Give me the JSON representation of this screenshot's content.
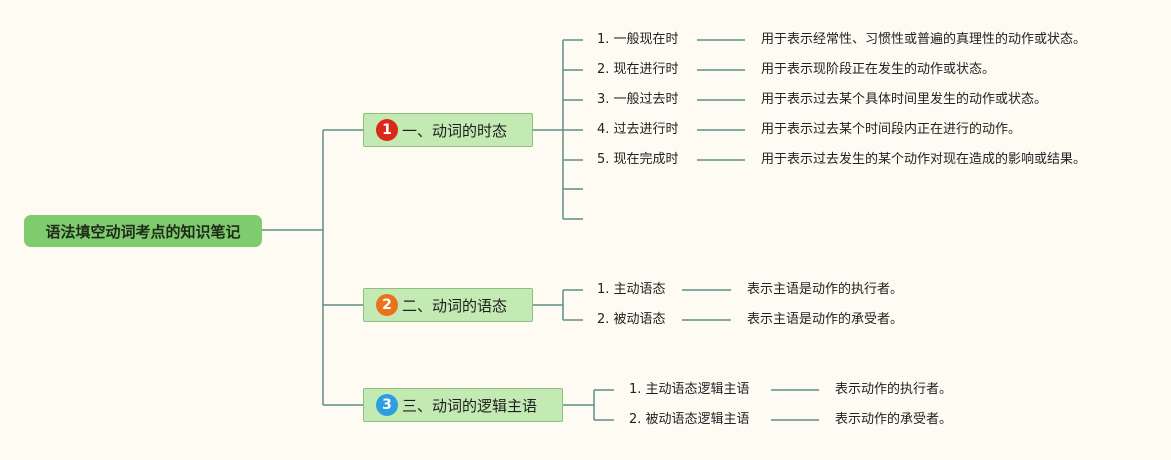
{
  "root": {
    "label": "语法填空动词考点的知识笔记",
    "color": "#7fcc6e"
  },
  "branches": [
    {
      "badge": "1",
      "badge_color": "#d9291a",
      "label": "一、动词的时态",
      "items": [
        {
          "term": "1. 一般现在时",
          "desc": "用于表示经常性、习惯性或普遍的真理性的动作或状态。"
        },
        {
          "term": "2. 现在进行时",
          "desc": "用于表示现阶段正在发生的动作或状态。"
        },
        {
          "term": "3. 一般过去时",
          "desc": "用于表示过去某个具体时间里发生的动作或状态。"
        },
        {
          "term": "4. 过去进行时",
          "desc": "用于表示过去某个时间段内正在进行的动作。"
        },
        {
          "term": "5. 现在完成时",
          "desc": "用于表示过去发生的某个动作对现在造成的影响或结果。"
        }
      ]
    },
    {
      "badge": "2",
      "badge_color": "#e8731a",
      "label": "二、动词的语态",
      "items": [
        {
          "term": "1. 主动语态",
          "desc": "表示主语是动作的执行者。"
        },
        {
          "term": "2. 被动语态",
          "desc": "表示主语是动作的承受者。"
        }
      ]
    },
    {
      "badge": "3",
      "badge_color": "#2d9fe0",
      "label": "三、动词的逻辑主语",
      "items": [
        {
          "term": "1. 主动语态逻辑主语",
          "desc": "表示动作的执行者。"
        },
        {
          "term": "2. 被动语态逻辑主语",
          "desc": "表示动作的承受者。"
        }
      ]
    }
  ]
}
